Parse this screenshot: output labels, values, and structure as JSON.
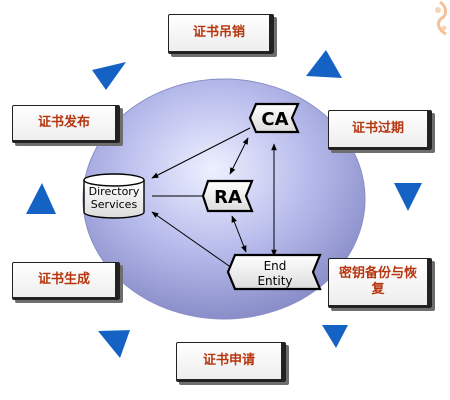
{
  "lifecycle_stages": {
    "revocation": "证书吊销",
    "publication": "证书发布",
    "expiration": "证书过期",
    "generation": "证书生成",
    "key_backup_recovery": "密钥备份与恢复",
    "application": "证书申请"
  },
  "components": {
    "ca": "CA",
    "ra": "RA",
    "directory_line1": "Directory",
    "directory_line2": "Services",
    "end_entity_line1": "End",
    "end_entity_line2": "Entity"
  },
  "colors": {
    "stage_text": "#b5360f",
    "cycle_arrow": "#1463c4",
    "sphere_center": "#e9ecff",
    "sphere_edge": "#8c90c8"
  }
}
